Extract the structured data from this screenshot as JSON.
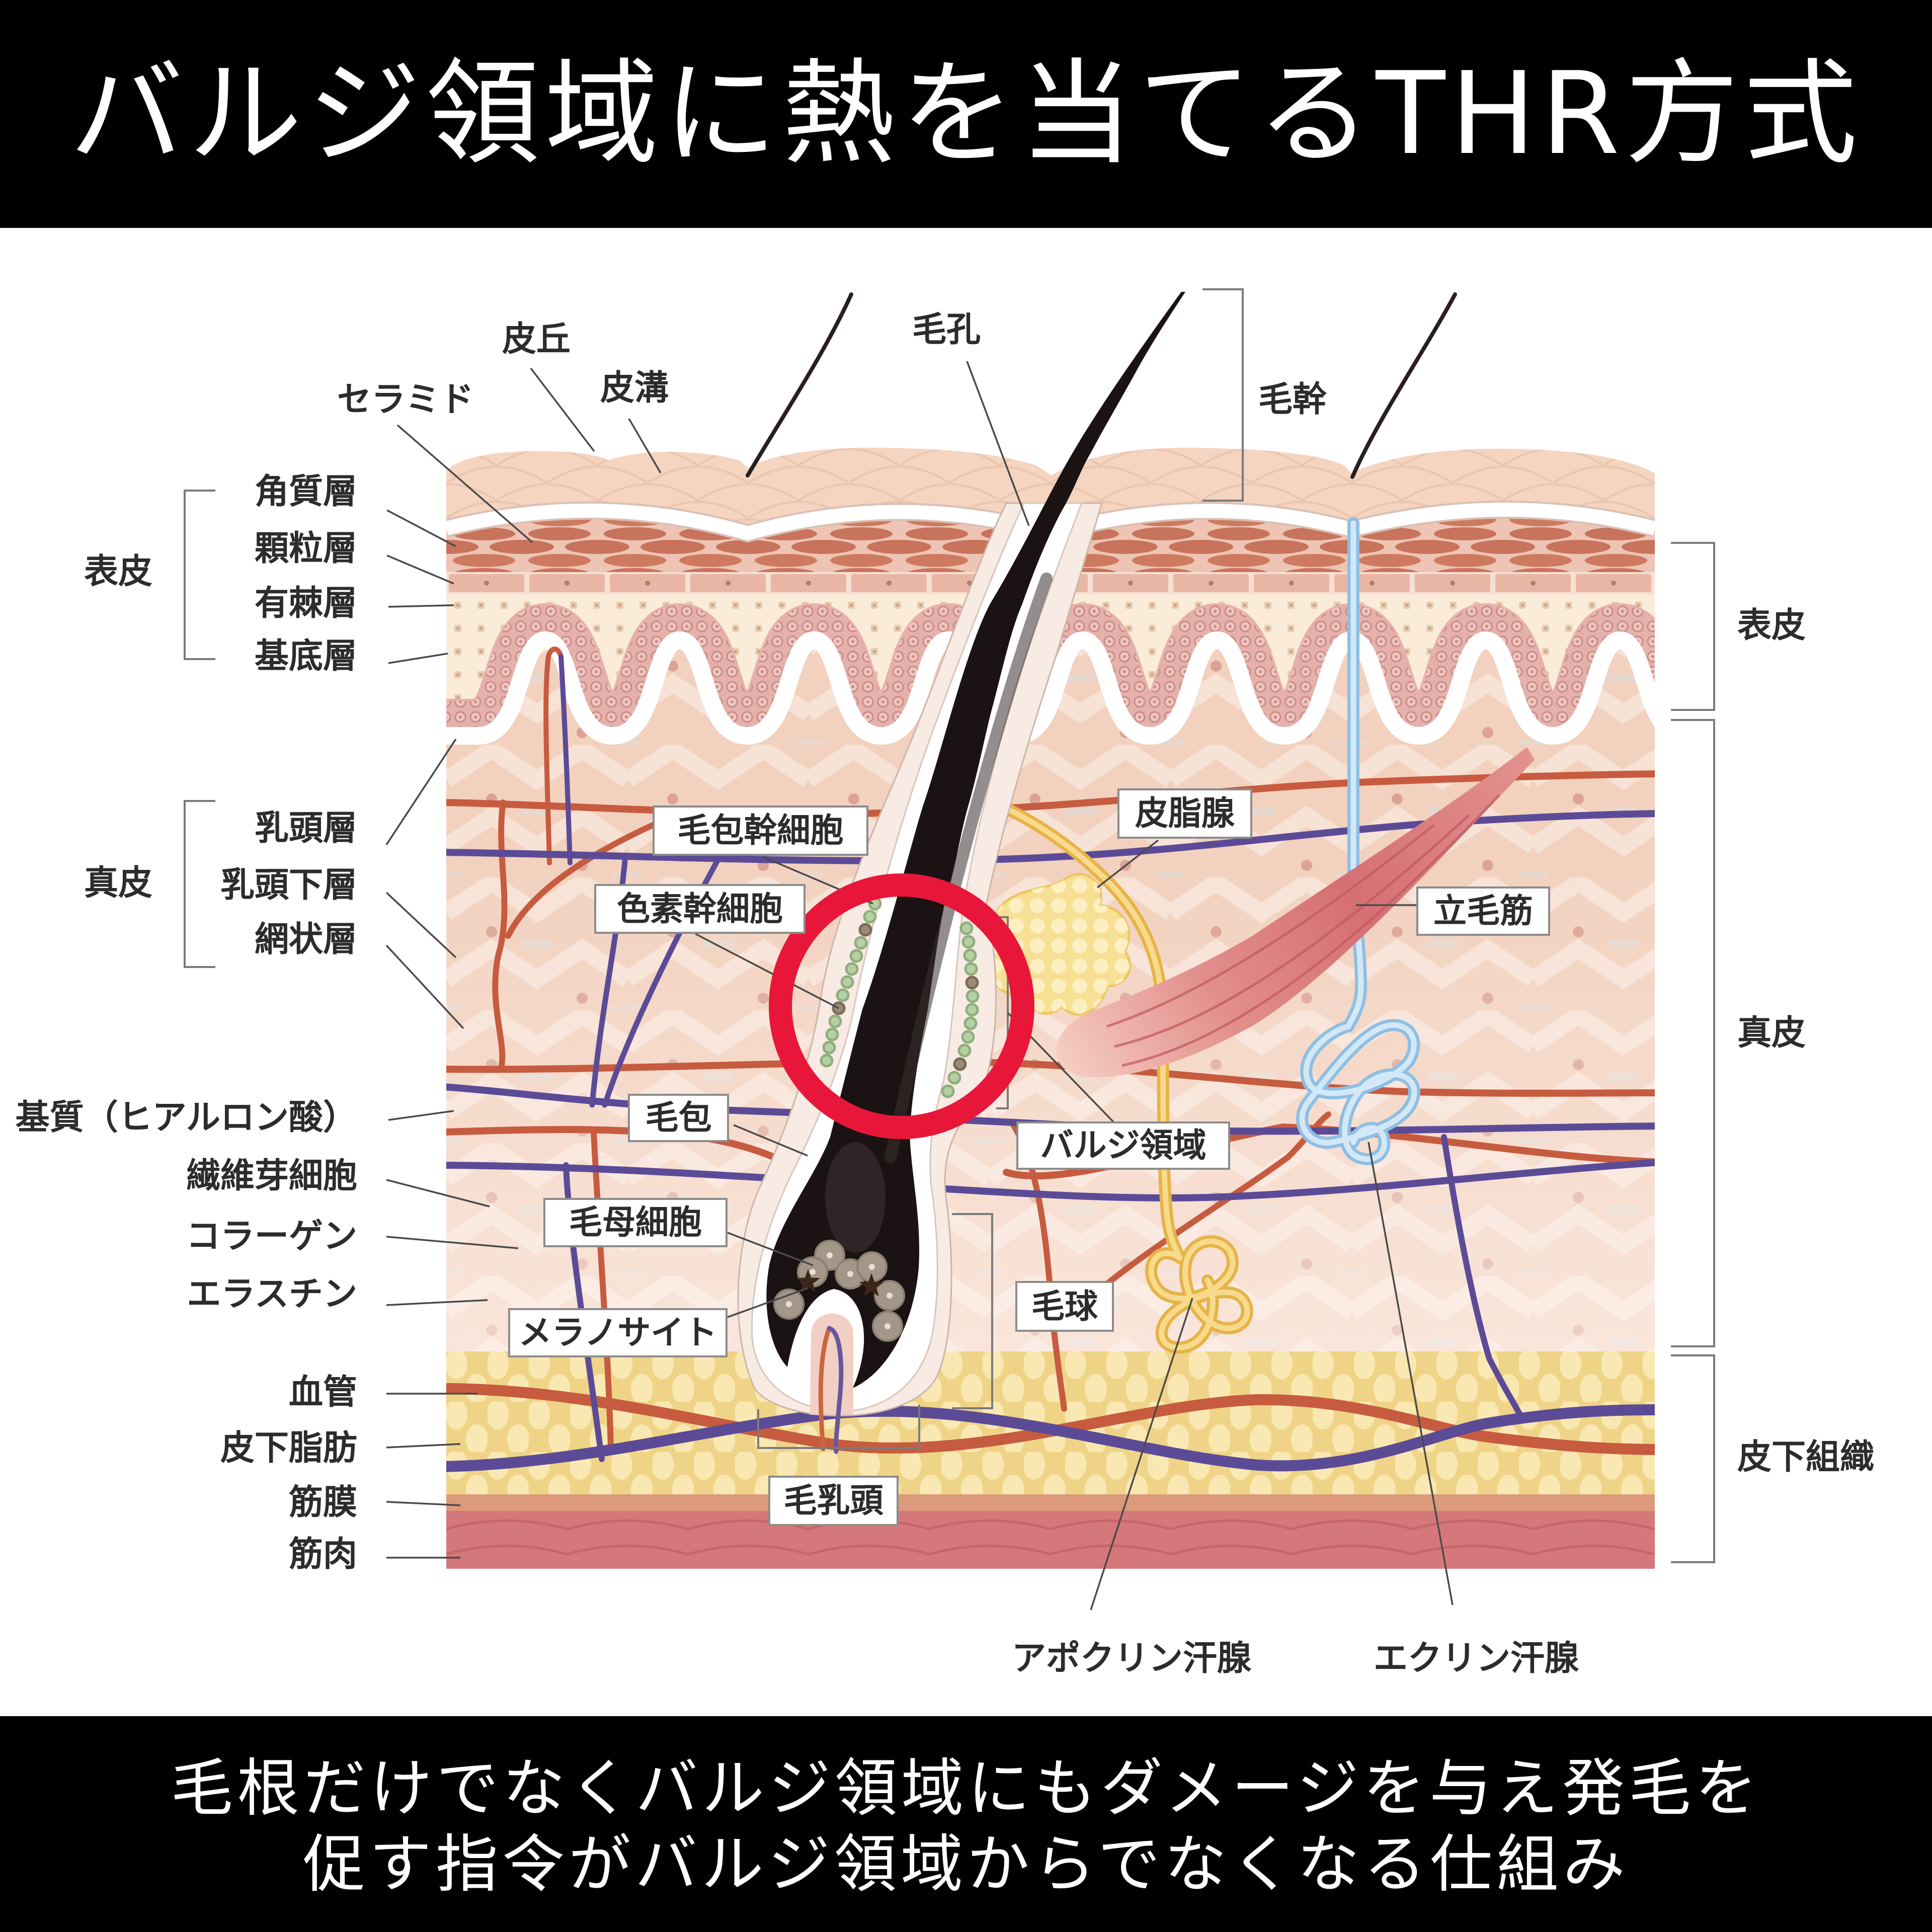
{
  "title": "バルジ領域に熱を当てるTHR方式",
  "footer": {
    "line1": "毛根だけでなくバルジ領域にもダメージを与え発毛を",
    "line2": "促す指令がバルジ領域からでなくなる仕組み"
  },
  "diagram": {
    "surface_labels": {
      "skin_ridge": "皮丘",
      "skin_groove": "皮溝",
      "ceramide": "セラミド",
      "pore": "毛孔",
      "hair_shaft": "毛幹"
    },
    "left_labels": {
      "epidermis_group": "表皮",
      "epidermis_layers": [
        "角質層",
        "顆粒層",
        "有棘層",
        "基底層"
      ],
      "dermis_group": "真皮",
      "dermis_layers": [
        "乳頭層",
        "乳頭下層",
        "網状層"
      ],
      "components": [
        "基質（ヒアルロン酸）",
        "繊維芽細胞",
        "コラーゲン",
        "エラスチン",
        "血管",
        "皮下脂肪",
        "筋膜",
        "筋肉"
      ]
    },
    "right_labels": [
      "表皮",
      "真皮",
      "皮下組織"
    ],
    "boxed_labels": {
      "hair_follicle_stem_cell": "毛包幹細胞",
      "pigment_stem_cell": "色素幹細胞",
      "sebaceous_gland": "皮脂腺",
      "arrector_pili": "立毛筋",
      "hair_follicle": "毛包",
      "bulge_region": "バルジ領域",
      "hair_matrix_cell": "毛母細胞",
      "hair_bulb": "毛球",
      "melanocyte": "メラノサイト",
      "dermal_papilla": "毛乳頭"
    },
    "bottom_labels": [
      "アポクリン汗腺",
      "エクリン汗腺"
    ],
    "highlight": {
      "shape": "circle",
      "target": "バルジ領域",
      "color": "#e8173a"
    }
  },
  "colors": {
    "bar_background": "#000000",
    "bar_text": "#ffffff",
    "label_text": "#2c2c2c",
    "highlight_ring": "#e8173a",
    "artery": "#c75b3f",
    "vein": "#5b4b97",
    "hair": "#1b1213",
    "sweat_gland_eccrine": "#8ebfe3",
    "sweat_gland_apocrine": "#f1c35b",
    "subcutaneous_fat": "#efd488",
    "muscle": "#d5787b"
  }
}
